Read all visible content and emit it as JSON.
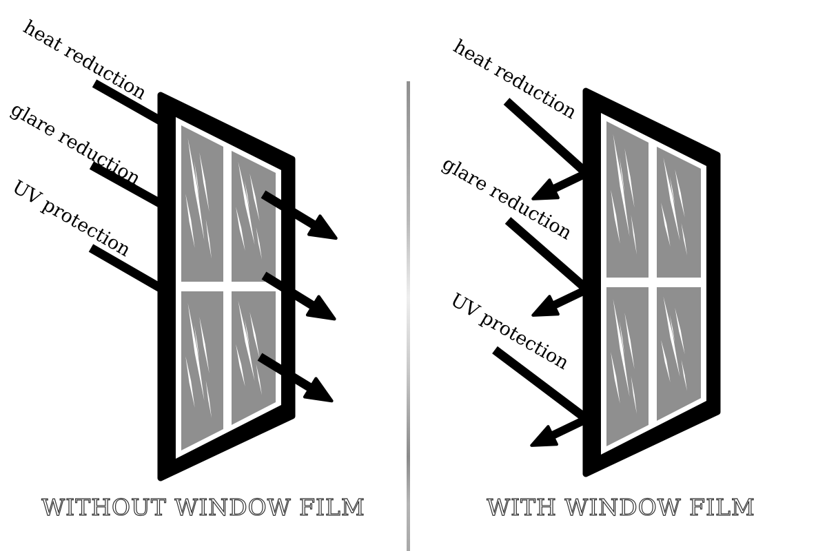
{
  "left_panel": {
    "caption": "WITHOUT WINDOW FILM",
    "labels": {
      "heat": "heat reduction",
      "glare": "glare reduction",
      "uv": "UV protection"
    }
  },
  "right_panel": {
    "caption": "WITH WINDOW FILM",
    "labels": {
      "heat": "heat reduction",
      "glare": "glare reduction",
      "uv": "UV protection"
    }
  },
  "colors": {
    "frame": "#000000",
    "glass": "#8f8f8f",
    "shine": "#ffffff",
    "divider": "#9a9a9a",
    "text": "#000000"
  }
}
